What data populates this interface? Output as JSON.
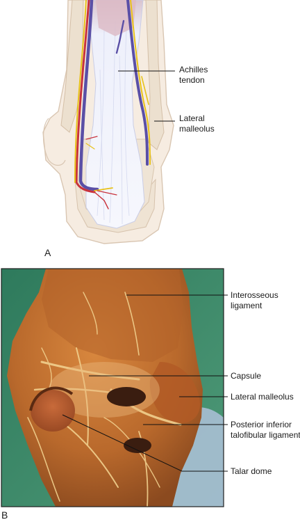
{
  "panel_a": {
    "letter": "A",
    "labels": {
      "achilles_line1": "Achilles",
      "achilles_line2": "tendon",
      "lateral_line1": "Lateral",
      "lateral_line2": "malleolus"
    }
  },
  "panel_b": {
    "letter": "B",
    "labels": {
      "interosseous_line1": "Interosseous",
      "interosseous_line2": "ligament",
      "capsule": "Capsule",
      "lateral_malleolus": "Lateral malleolus",
      "pitfl_line1": "Posterior inferior",
      "pitfl_line2": "talofibular ligament",
      "talar_dome": "Talar dome"
    }
  },
  "colors": {
    "artery": "#c8323c",
    "vein": "#5a4fa6",
    "nerve": "#e8c21a",
    "tendon": "#eef0fb",
    "bone": "#efe3d3",
    "skin_outline": "#d9c6b2",
    "photo_bg": "#3f8a6a",
    "specimen": "#c8773a"
  }
}
